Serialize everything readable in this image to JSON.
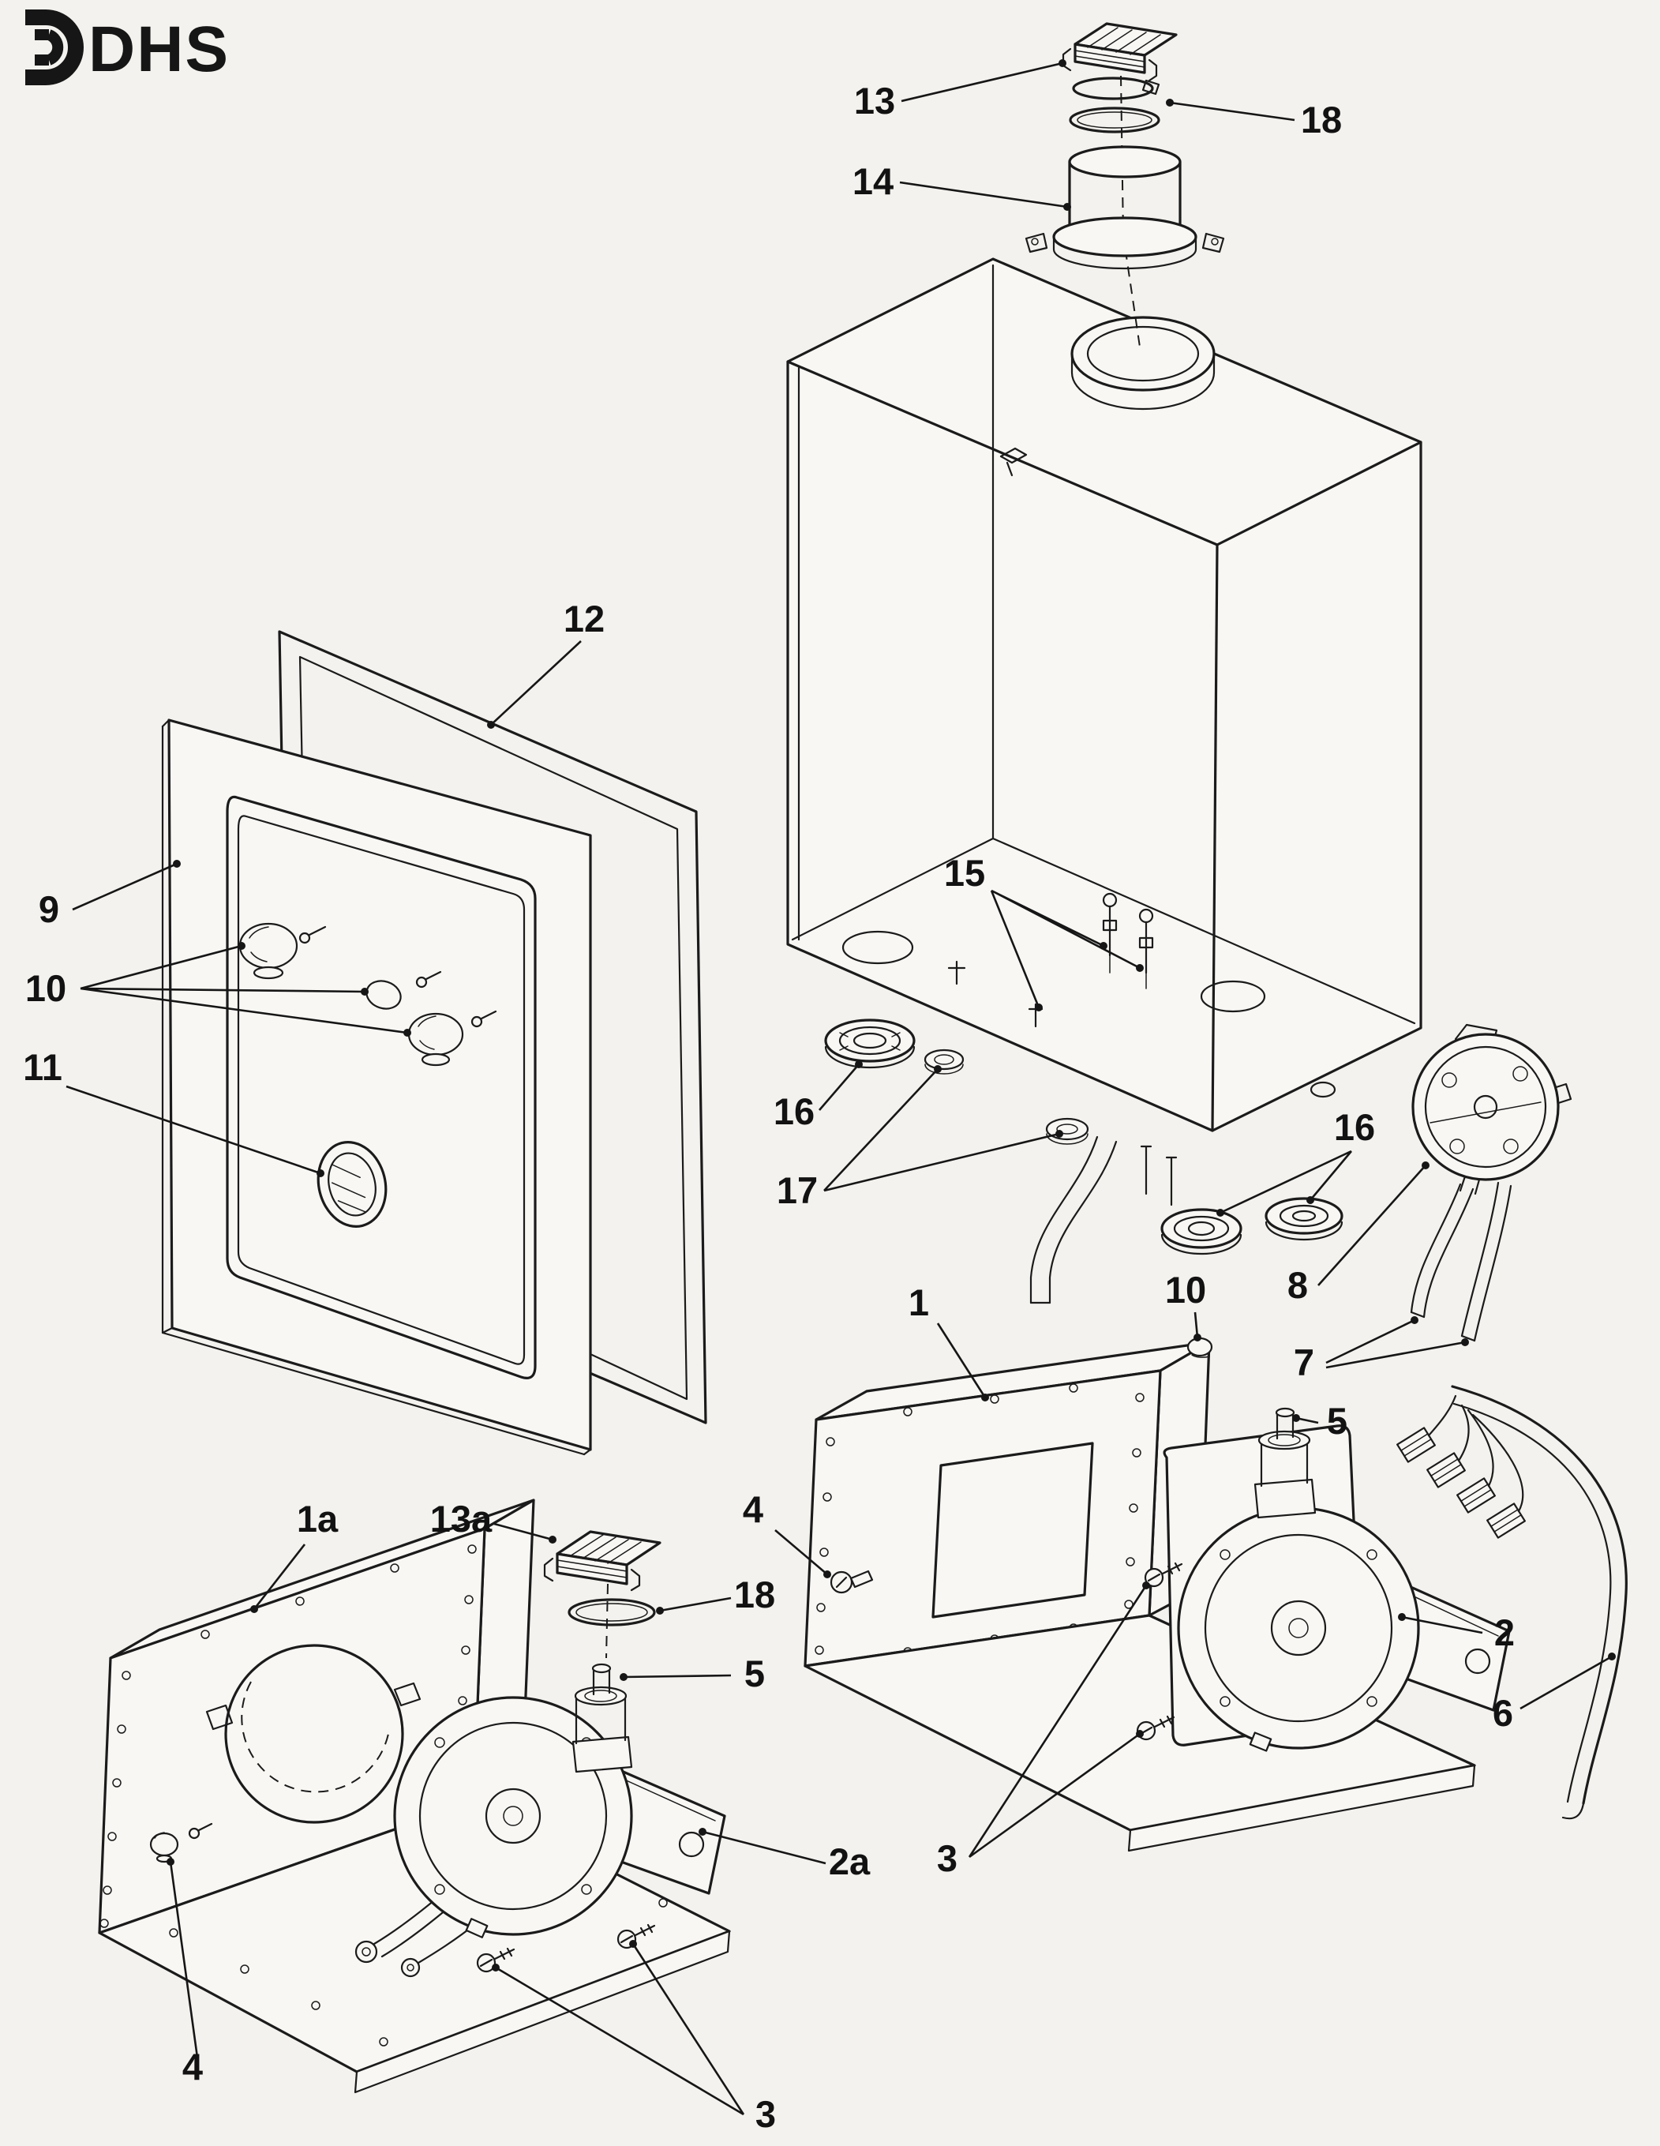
{
  "diagram": {
    "type": "exploded-parts-diagram",
    "colors": {
      "background": "#f3f2ee",
      "ink": "#1b1b1b",
      "paper": "#f8f7f4"
    }
  },
  "logo": {
    "text": "DHS"
  },
  "callouts": [
    {
      "part": "flue-grille",
      "label": "13"
    },
    {
      "part": "flue-o-ring-top",
      "label": "18"
    },
    {
      "part": "flue-collar",
      "label": "14"
    },
    {
      "part": "door-gasket",
      "label": "12"
    },
    {
      "part": "front-door-panel",
      "label": "9"
    },
    {
      "part": "door-plugs",
      "label": "10"
    },
    {
      "part": "sight-glass",
      "label": "11"
    },
    {
      "part": "electrodes",
      "label": "15"
    },
    {
      "part": "grommet-large-left",
      "label": "16"
    },
    {
      "part": "grommets-small",
      "label": "17"
    },
    {
      "part": "grommet-pair-right",
      "label": "16"
    },
    {
      "part": "air-pressure-switch",
      "label": "8"
    },
    {
      "part": "plug-on-air-box",
      "label": "10"
    },
    {
      "part": "air-box",
      "label": "1"
    },
    {
      "part": "silicone-tubes",
      "label": "7"
    },
    {
      "part": "venturi-right",
      "label": "5"
    },
    {
      "part": "fixing-screw-right",
      "label": "4"
    },
    {
      "part": "fan-assembly",
      "label": "2"
    },
    {
      "part": "wiring-harness",
      "label": "6"
    },
    {
      "part": "screws-right",
      "label": "3"
    },
    {
      "part": "air-box-alt",
      "label": "1a"
    },
    {
      "part": "flue-grille-alt",
      "label": "13a"
    },
    {
      "part": "o-ring-left",
      "label": "18"
    },
    {
      "part": "venturi-left",
      "label": "5"
    },
    {
      "part": "fan-assembly-alt",
      "label": "2a"
    },
    {
      "part": "fixing-screw-left",
      "label": "4"
    },
    {
      "part": "screws-left",
      "label": "3"
    }
  ]
}
